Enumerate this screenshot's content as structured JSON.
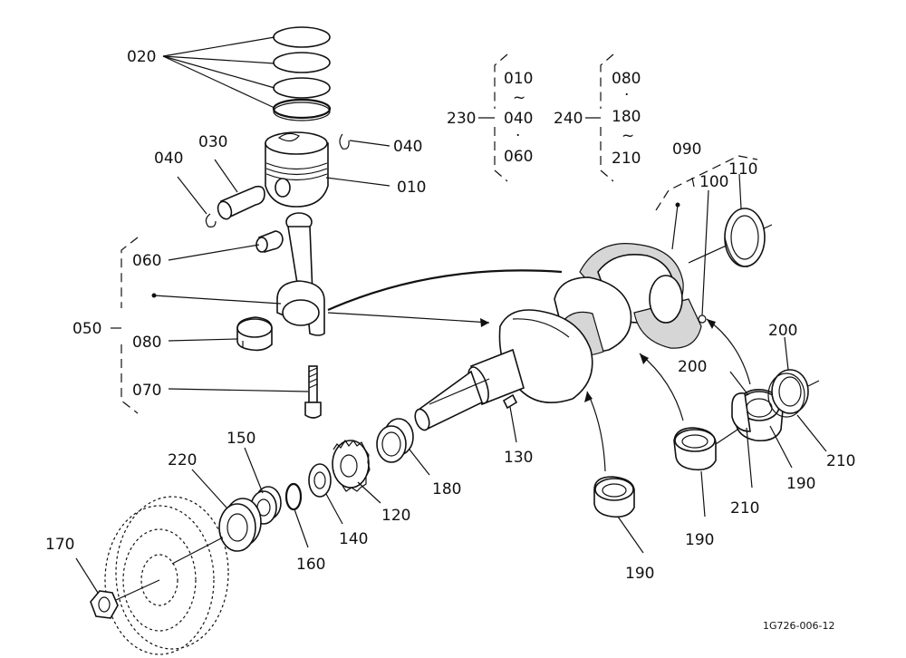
{
  "drawing_id": "1G726-006-12",
  "labels": {
    "p020": "020",
    "p010": "010",
    "p030": "030",
    "p040_left": "040",
    "p040_right": "040",
    "p050": "050",
    "p060": "060",
    "p080": "080",
    "p070": "070",
    "p090": "090",
    "p100": "100",
    "p110": "110",
    "p120": "120",
    "p130": "130",
    "p140": "140",
    "p150": "150",
    "p160": "160",
    "p170": "170",
    "p180": "180",
    "p190_a": "190",
    "p190_b": "190",
    "p190_c": "190",
    "p200_a": "200",
    "p200_b": "200",
    "p210_a": "210",
    "p210_b": "210",
    "p220": "220"
  },
  "set_230": {
    "label": "230",
    "items": [
      "010",
      "~",
      "040",
      "·",
      "060"
    ]
  },
  "set_240": {
    "label": "240",
    "items": [
      "080",
      "·",
      "180",
      "~",
      "210"
    ]
  }
}
